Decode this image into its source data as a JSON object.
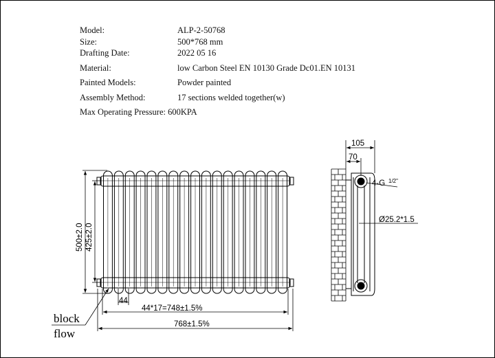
{
  "specs": [
    {
      "label": "Model:",
      "value": "ALP-2-50768"
    },
    {
      "label": "Size:",
      "value": "500*768 mm"
    },
    {
      "label": "Drafting Date:",
      "value": "2022 05 16"
    },
    {
      "label": "Material:",
      "value": "low Carbon Steel  EN 10130 Grade Dc01.EN 10131"
    },
    {
      "label": "Painted Models:",
      "value": "Powder painted"
    },
    {
      "label": "Assembly Method:",
      "value": "17 sections welded together(w)"
    }
  ],
  "pressure_line": "Max Operating Pressure: 600KPA",
  "front_view": {
    "sections": 17,
    "dim_height_total": "500±2.0",
    "dim_height_centers": "425±2.0",
    "dim_section_pitch": "44",
    "dim_sections_width": "44*17=748±1.5%",
    "dim_total_width": "768±1.5%"
  },
  "side_view": {
    "dim_depth": "105",
    "dim_offset": "70",
    "thread_note": "4-G",
    "thread_fraction": "1/2\"",
    "tube_note": "Ø25.2*1.5"
  },
  "notes": {
    "block": "block",
    "flow": "flow"
  }
}
